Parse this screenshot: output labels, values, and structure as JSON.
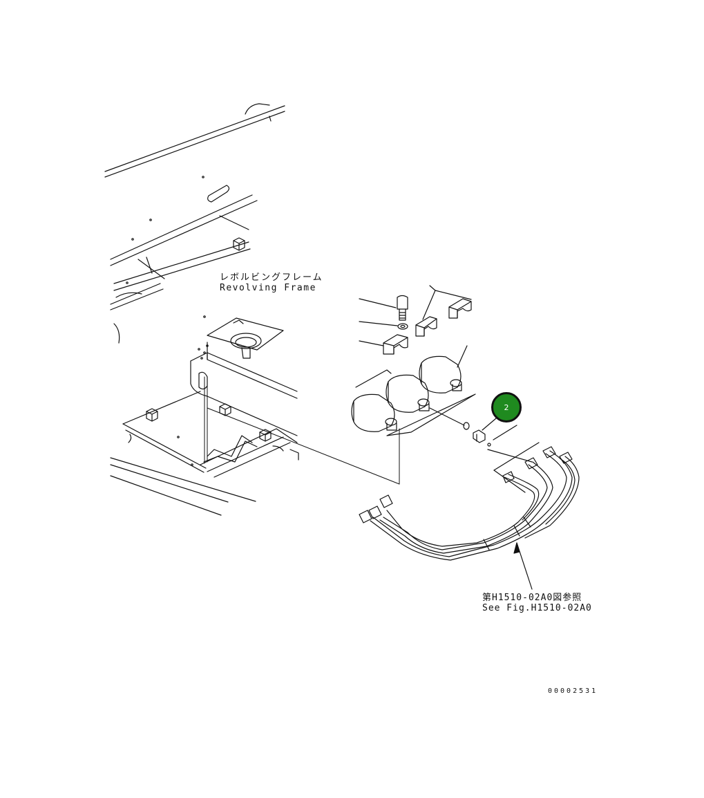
{
  "labels": {
    "frame_jp": "レボルビングフレーム",
    "frame_en": "Revolving Frame",
    "see_fig_jp": "第H1510-02A0図参照",
    "see_fig_en": "See Fig.H1510-02A0",
    "drawing_code": "00002531"
  },
  "callouts": [
    {
      "number": "2"
    }
  ],
  "colors": {
    "line": "#111111",
    "callout_fill": "#1f8a1f",
    "background": "#ffffff"
  }
}
